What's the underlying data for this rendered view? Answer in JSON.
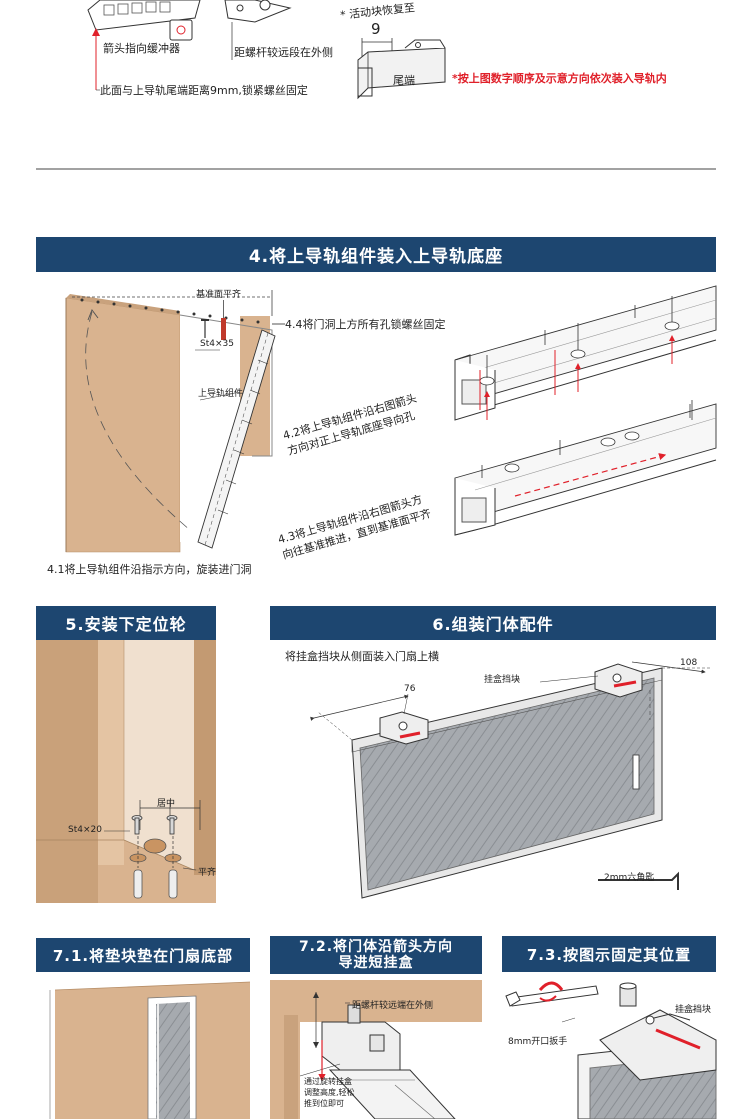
{
  "top": {
    "arrow_bumper": "箭头指向缓冲器",
    "screw_far_outside": "距螺杆较远段在外侧",
    "reset_partial": "* 活动块恢复至",
    "distance_9": "9",
    "tail_end": "尾端",
    "fixing_note": "此面与上导轨尾端距离9mm,锁紧螺丝固定",
    "order_note": "*按上图数字顺序及示意方向依次装入导轨内"
  },
  "section4": {
    "title": "4.将上导轨组件装入上导轨底座",
    "datum_flush": "基准面平齐",
    "screw_st4x35": "St4×35",
    "upper_rail_assembly": "上导轨组件",
    "step_4_4": "4.4将门洞上方所有孔锁螺丝固定",
    "step_4_2_line1": "4.2将上导轨组件沿右图箭头",
    "step_4_2_line2": "方向对正上导轨底座导向孔",
    "step_4_3_line1": "4.3将上导轨组件沿右图箭头方",
    "step_4_3_line2": "向往基准推进，直到基准面平齐",
    "step_4_1": "4.1将上导轨组件沿指示方向，旋装进门洞"
  },
  "section5": {
    "title": "5.安装下定位轮",
    "center": "居中",
    "screw_st4x20": "St4×20",
    "flush": "平齐"
  },
  "section6": {
    "title": "6.组装门体配件",
    "instruction": "将挂盒挡块从侧面装入门扇上横",
    "hanger_stop": "挂盒挡块",
    "dim_76": "76",
    "dim_108": "108",
    "hex_key": "2mm六角匙"
  },
  "section71": {
    "title": "7.1.将垫块垫在门扇底部"
  },
  "section72": {
    "title_line1": "7.2.将门体沿箭头方向",
    "title_line2": "导进短挂盒",
    "screw_far_outside": "距螺杆较远端在外侧",
    "adjust_line1": "通过旋转挂盒",
    "adjust_line2": "调整高度,轻松",
    "adjust_line3": "推到位即可"
  },
  "section73": {
    "title": "7.3.按图示固定其位置",
    "hanger_stop": "挂盒挡块",
    "wrench_8mm": "8mm开口扳手"
  },
  "colors": {
    "banner_blue": "#1d4670",
    "arrow_red": "#e0202a",
    "wood": "#d9b38f",
    "glass_grey": "#9fa3a8"
  }
}
